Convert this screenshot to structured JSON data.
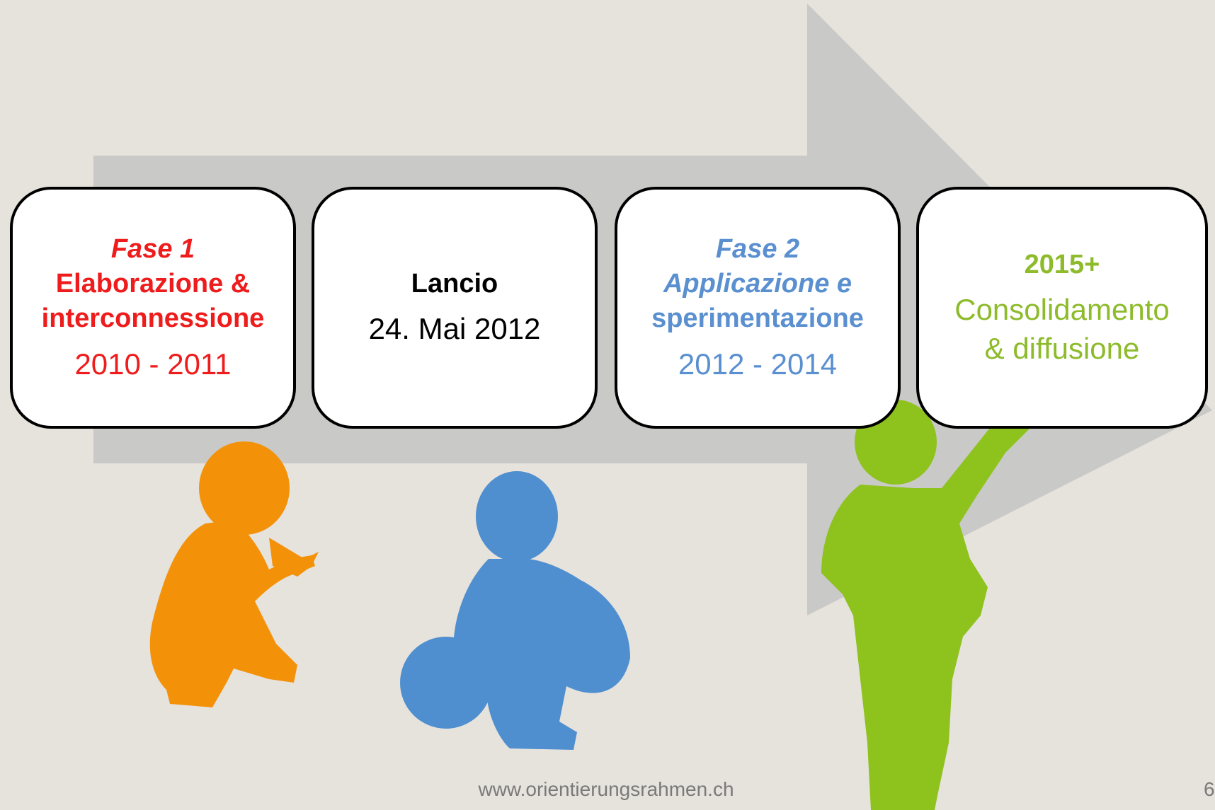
{
  "colors": {
    "background": "#e6e2dc",
    "arrow": "#c9c9c7",
    "phase1": "#ee1c1c",
    "phase2": "#5a8fd0",
    "phase3": "#8dbb2a",
    "child_orange": "#f39209",
    "child_blue": "#4f8fcf",
    "child_green": "#8ec21d",
    "text_dark": "#000000"
  },
  "icons": {
    "arrow": "timeline-arrow-icon",
    "child1": "crawling-child-silhouette-icon",
    "child2": "child-with-ball-silhouette-icon",
    "child3": "pointing-child-silhouette-icon"
  },
  "boxes": [
    {
      "line1": "Fase 1",
      "line2": "Elaborazione  &",
      "line3": "interconnessione",
      "line4": "2010 - 2011"
    },
    {
      "line1": "Lancio",
      "line2": "24. Mai 2012"
    },
    {
      "line1": "Fase 2",
      "line2": "Applicazione e",
      "line3": "sperimentazione",
      "line4": "2012 - 2014"
    },
    {
      "line1": "2015+",
      "line2": "Consolidamento",
      "line3": "& diffusione"
    }
  ],
  "footer": {
    "url": "www.orientierungsrahmen.ch",
    "page": "6"
  }
}
